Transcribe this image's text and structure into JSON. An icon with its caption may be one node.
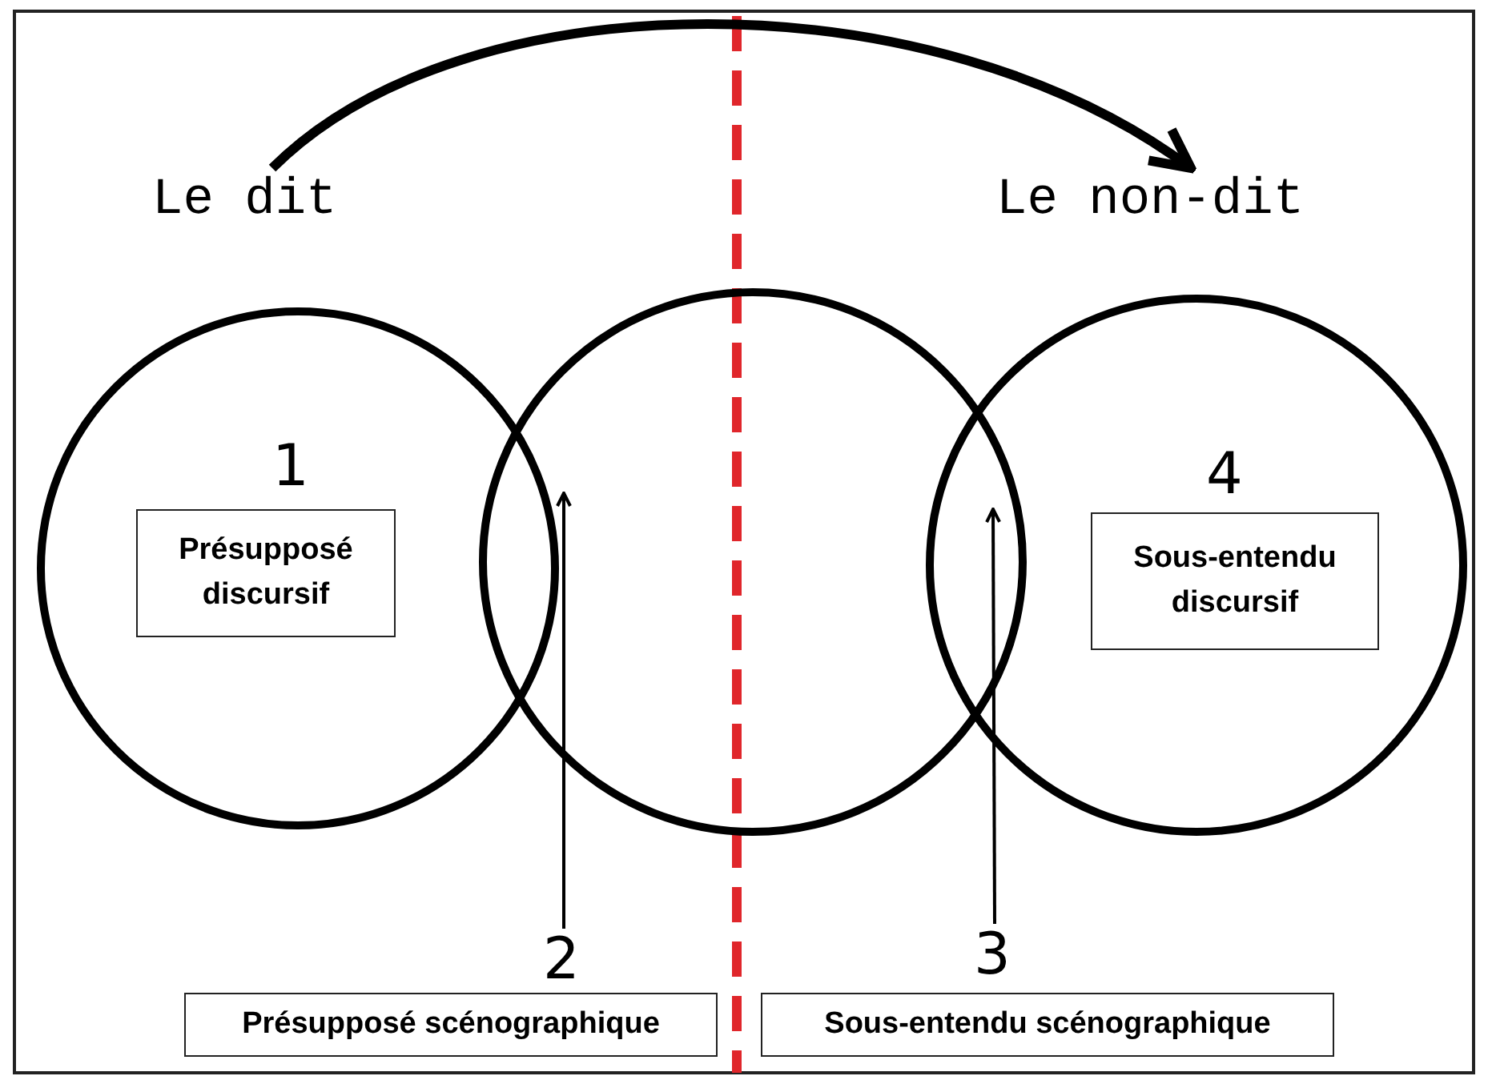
{
  "diagram": {
    "nodes": [
      {
        "text": [
          "Le dit"
        ]
      },
      {
        "text": [
          "Le non-dit"
        ]
      },
      {
        "text": [
          "1"
        ]
      },
      {
        "text": [
          "Présupposé discursif"
        ],
        "in": 2
      },
      {
        "text": [],
        "shape": "circle"
      },
      {
        "text": [
          "4"
        ]
      },
      {
        "text": [
          "Sous-entendu discursif"
        ],
        "in": 5
      },
      {
        "text": [
          "2"
        ]
      },
      {
        "text": [
          "3"
        ]
      },
      {
        "text": [
          "Présupposé scénographique"
        ]
      },
      {
        "text": [
          "Sous-entendu scénographique"
        ]
      }
    ],
    "edges": [
      {
        "from": 0,
        "to": 1,
        "arrow": "to",
        "style": "thick"
      },
      {
        "from": 7,
        "to": 4,
        "arrow": "to"
      },
      {
        "from": 8,
        "to": 4,
        "arrow": "to"
      }
    ]
  }
}
